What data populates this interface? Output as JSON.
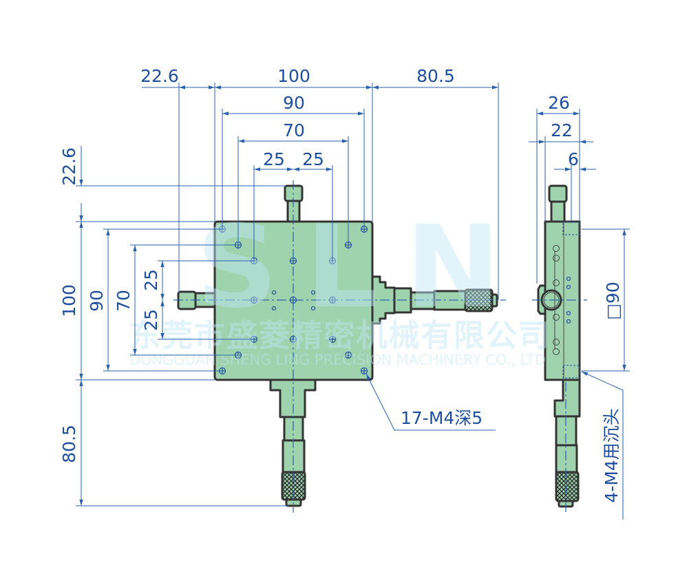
{
  "watermark": {
    "logo_letters": "SLN",
    "company_cn": "东莞市盛菱精密机械有限公司",
    "company_en": "DONGGUAN SHENG LING PRECISION MACHINERY CO., LTD"
  },
  "top_view_dimensions": {
    "left_knob": "22.6",
    "plate_width": "100",
    "micrometer_right": "80.5",
    "hole_span_outer": "90",
    "hole_span_mid": "70",
    "hole_pitch_left": "25",
    "hole_pitch_right": "25"
  },
  "left_dimensions": {
    "top_knob": "22.6",
    "plate_height": "100",
    "micrometer_bottom": "80.5",
    "hole_span_outer": "90",
    "hole_span_mid": "70",
    "hole_pitch_upper": "25",
    "hole_pitch_lower": "25"
  },
  "side_view_dimensions": {
    "total_thickness": "26",
    "body_thickness": "22",
    "top_plate": "6",
    "mount_square": "□90"
  },
  "callouts": {
    "tapped_holes": "17-M4深5",
    "mount_holes": "4-M4用沉头"
  },
  "colors": {
    "part_fill": "#9fd3ae",
    "dimension": "#2a62ad",
    "outline": "#333333"
  }
}
